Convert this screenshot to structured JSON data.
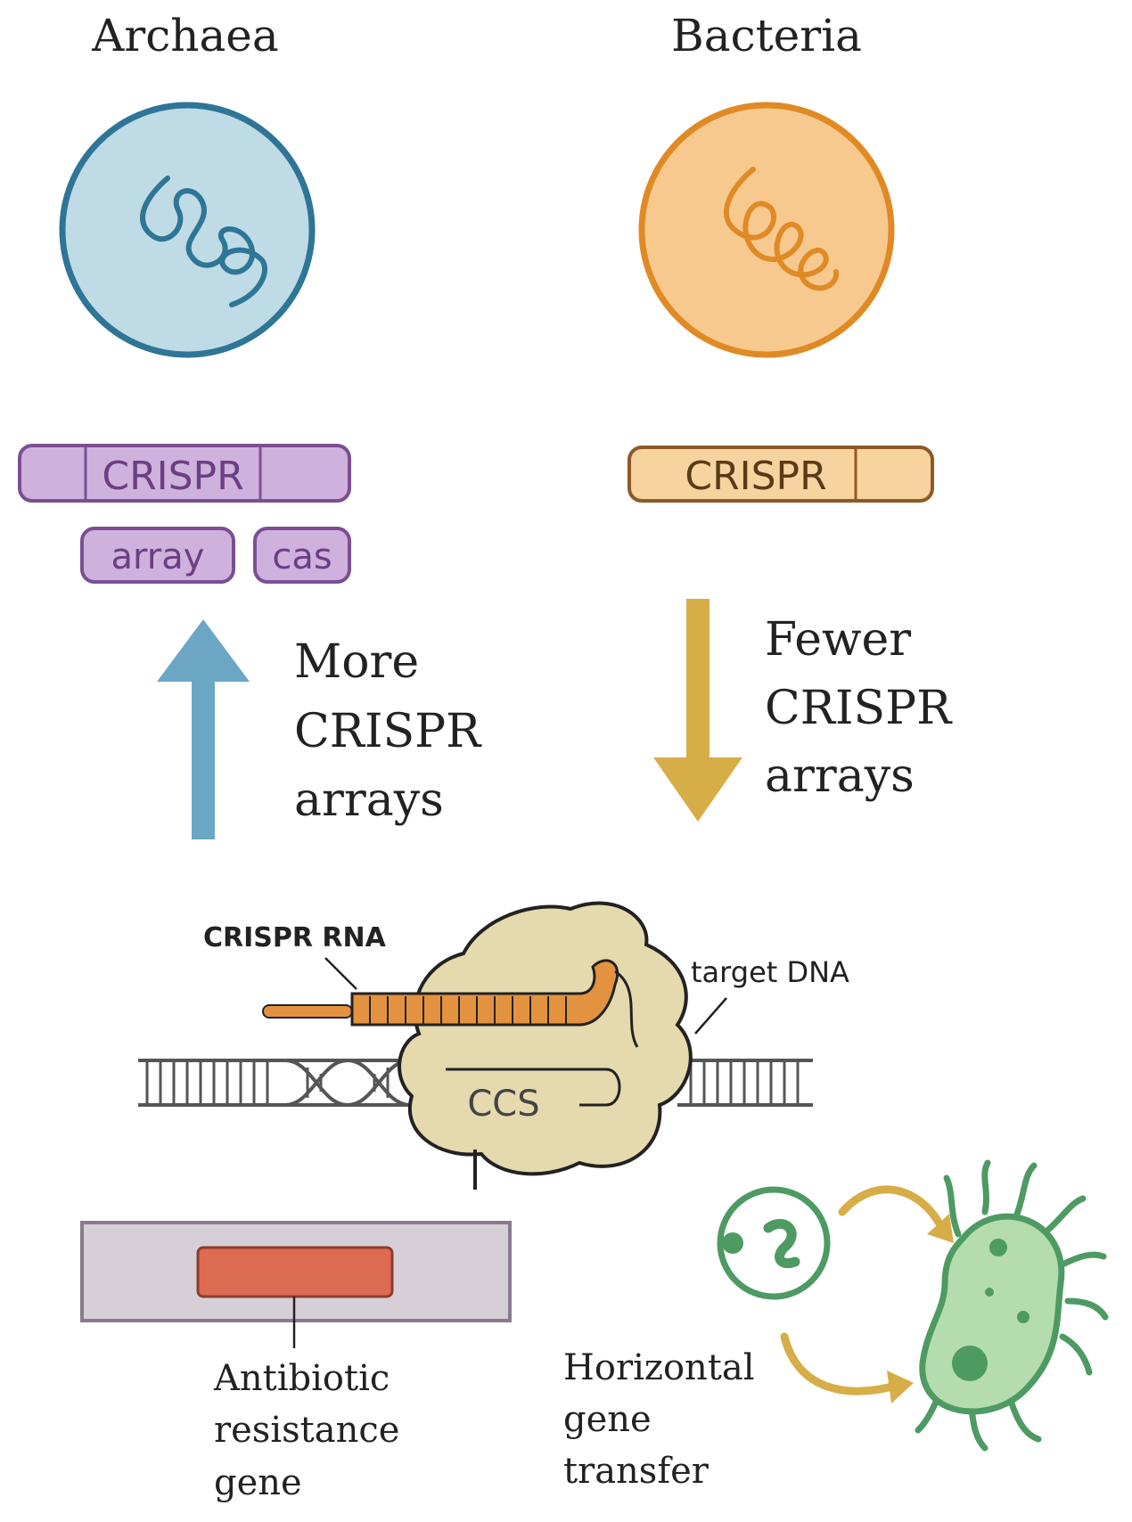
{
  "headings": {
    "archaea": "Archaea",
    "bacteria": "Bacteria"
  },
  "archaea_boxes": {
    "crispr": "CRISPR",
    "array": "array",
    "cas": "cas"
  },
  "bacteria_boxes": {
    "crispr": "CRISPR"
  },
  "trend_up": {
    "line1": "More",
    "line2": "CRISPR",
    "line3": "arrays"
  },
  "trend_down": {
    "line1": "Fewer",
    "line2": "CRISPR",
    "line3": "arrays"
  },
  "complex": {
    "crispr_rna_label": "CRISPR RNA",
    "target_dna_label": "target DNA",
    "protein_label": "CCS"
  },
  "resistance": {
    "line1": "Antibiotic",
    "line2": "resistance",
    "line3": "gene"
  },
  "hgt": {
    "line1": "Horizontal",
    "line2": "gene",
    "line3": "transfer"
  },
  "colors": {
    "archaea_fill": "#bfdbe6",
    "archaea_stroke": "#2e7596",
    "bacteria_fill": "#f8c98f",
    "bacteria_stroke": "#e08a25",
    "crispr_purple_fill": "#cfb1dd",
    "crispr_purple_stroke": "#7a4f93",
    "crispr_orange_fill": "#f7d39f",
    "crispr_orange_stroke": "#8d5a27",
    "arrow_up": "#6ca6c5",
    "arrow_down": "#d7ad48",
    "protein_fill": "#e5d9ae",
    "rna_orange": "#e3933f",
    "gene_red": "#dd6b52",
    "plasmid_box": "#d7cfd8",
    "hgt_green": "#4e9a63",
    "cell_green": "#b5dcae"
  }
}
